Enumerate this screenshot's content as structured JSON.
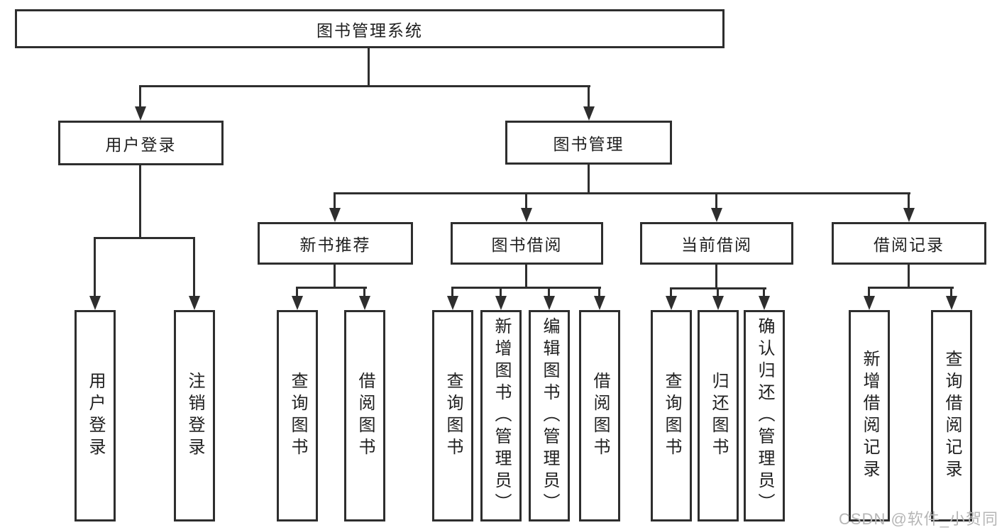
{
  "tree": {
    "root": "图书管理系统",
    "children": [
      {
        "label": "用户登录",
        "children": [
          "用户登录",
          "注销登录"
        ]
      },
      {
        "label": "图书管理",
        "children": [
          {
            "label": "新书推荐",
            "children": [
              "查询图书",
              "借阅图书"
            ]
          },
          {
            "label": "图书借阅",
            "children": [
              "查询图书",
              "新增图书（管理员）",
              "编辑图书（管理员）",
              "借阅图书"
            ]
          },
          {
            "label": "当前借阅",
            "children": [
              "查询图书",
              "归还图书",
              "确认归还（管理员）"
            ]
          },
          {
            "label": "借阅记录",
            "children": [
              "新增借阅记录",
              "查询借阅记录"
            ]
          }
        ]
      }
    ]
  },
  "watermark": "CSDN @软件_小贺同学",
  "colors": {
    "line": "#2e2e2e",
    "text": "#1f1f1f",
    "watermark": "#b6b6b6",
    "background": "#ffffff"
  }
}
